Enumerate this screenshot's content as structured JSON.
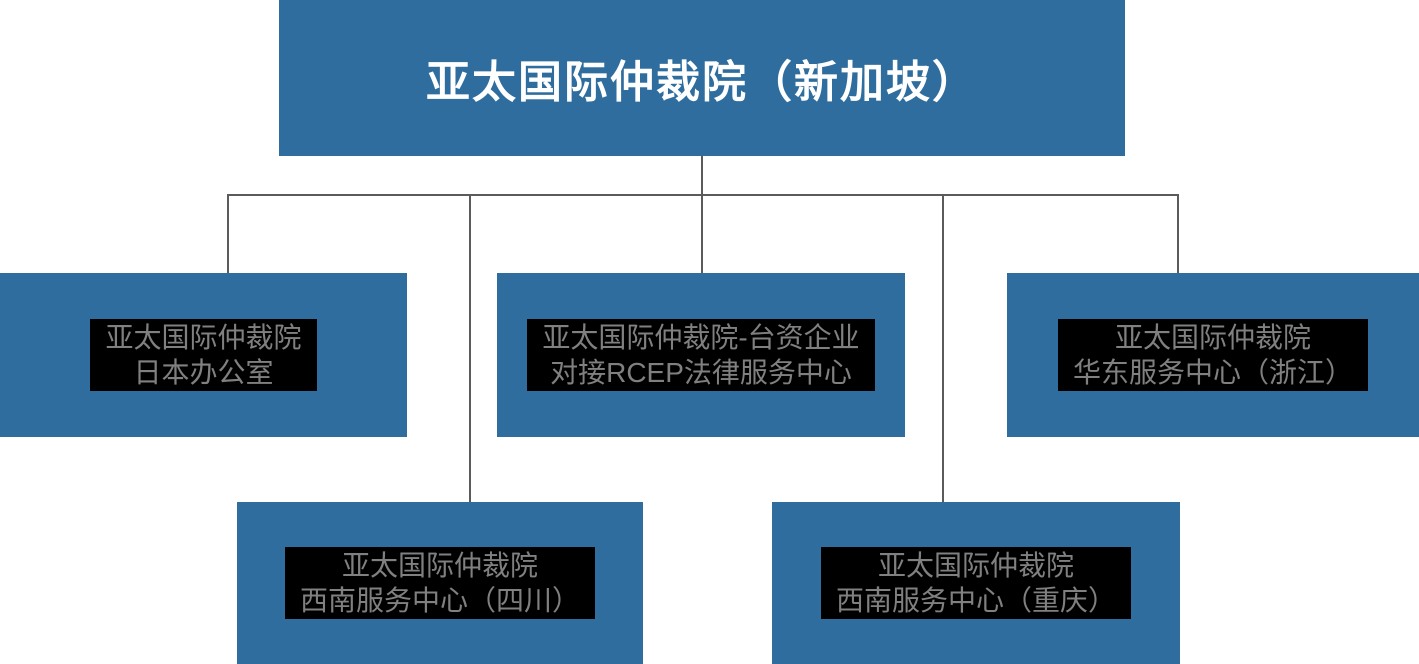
{
  "org_chart": {
    "root": {
      "label": "亚太国际仲裁院（新加坡）"
    },
    "children": [
      {
        "line1": "亚太国际仲裁院",
        "line2": "日本办公室"
      },
      {
        "line1": "亚太国际仲裁院-台资企业",
        "line2": "对接RCEP法律服务中心"
      },
      {
        "line1": "亚太国际仲裁院",
        "line2": "华东服务中心（浙江）"
      },
      {
        "line1": "亚太国际仲裁院",
        "line2": "西南服务中心（四川）"
      },
      {
        "line1": "亚太国际仲裁院",
        "line2": "西南服务中心（重庆）"
      }
    ]
  },
  "colors": {
    "node_fill": "#2E6D9D",
    "connector_line": "#5B5B5B",
    "root_text": "#FFFFFF",
    "child_text": "#808080",
    "text_highlight_background": "#000000",
    "page_background": "#FFFFFF"
  }
}
